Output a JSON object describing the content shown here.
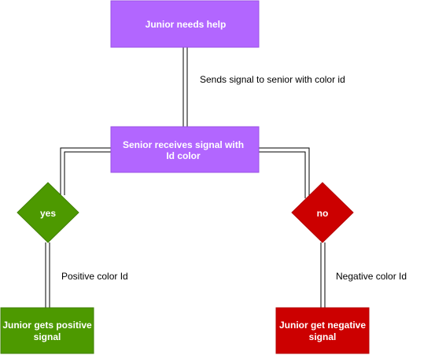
{
  "colors": {
    "purple": "#b266ff",
    "purple_border": "#9a52e6",
    "green": "#4d9900",
    "green_border": "#3f7f00",
    "red": "#cc0000",
    "red_border": "#b30000",
    "connector": "#000000"
  },
  "nodes": {
    "junior_needs_help": "Junior needs help",
    "senior_receives_line1": "Senior receives signal with",
    "senior_receives_line2": "Id color",
    "decision_yes": "yes",
    "decision_no": "no",
    "junior_positive_line1": "Junior gets positive",
    "junior_positive_line2": "signal",
    "junior_negative_line1": "Junior get negative",
    "junior_negative_line2": "signal"
  },
  "edges": {
    "sends_signal": "Sends signal to senior with color id",
    "positive_color": "Positive color Id",
    "negative_color": "Negative color Id"
  }
}
